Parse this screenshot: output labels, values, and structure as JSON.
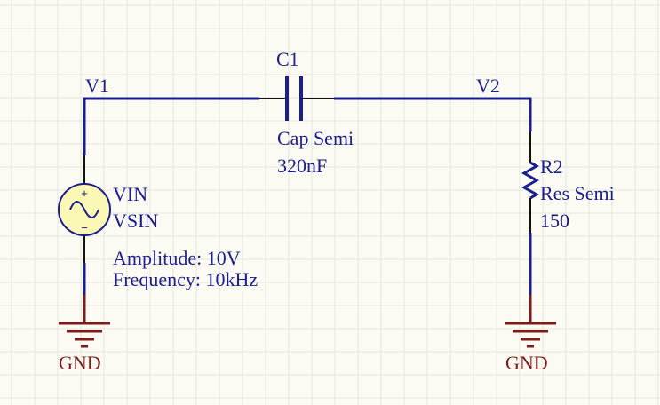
{
  "schematic": {
    "nets": {
      "v1": "V1",
      "v2": "V2"
    },
    "capacitor": {
      "designator": "C1",
      "comment": "Cap Semi",
      "value": "320nF"
    },
    "resistor": {
      "designator": "R2",
      "comment": "Res Semi",
      "value": "150"
    },
    "source": {
      "designator": "VIN",
      "comment": "VSIN",
      "amplitude": "Amplitude: 10V",
      "frequency": "Frequency: 10kHz",
      "plus": "+",
      "minus": "−"
    },
    "grounds": {
      "left": "GND",
      "right": "GND"
    }
  },
  "colors": {
    "background": "#fbfbf3",
    "grid": "#e6e6dc",
    "wire": "#1b1e8c",
    "pin": "#111111",
    "ground": "#7d1b1b",
    "source_fill": "#fbf7b4",
    "label_text": "#1b1e8c",
    "net_text": "#1b1e8c",
    "ground_text": "#7d1b1b"
  }
}
